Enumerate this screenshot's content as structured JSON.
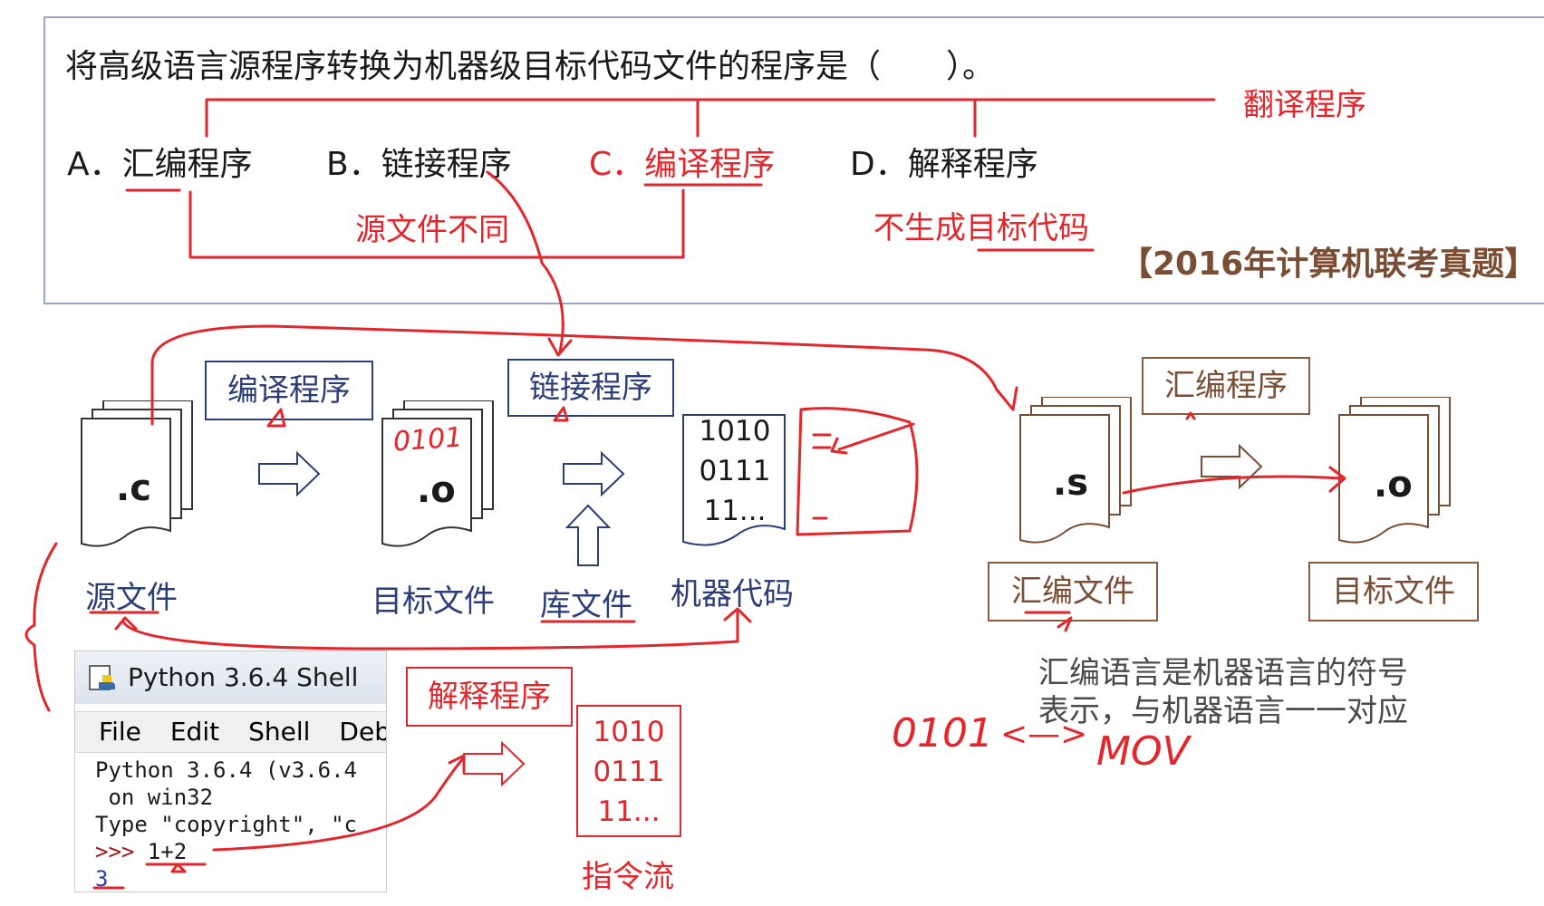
{
  "question": {
    "text": "将高级语言源程序转换为机器级目标代码文件的程序是（　　）。",
    "options": [
      {
        "letter": "A．",
        "label": "汇编程序"
      },
      {
        "letter": "B．",
        "label": "链接程序"
      },
      {
        "letter": "C．",
        "label": "编译程序"
      },
      {
        "letter": "D．",
        "label": "解释程序"
      }
    ],
    "source": "【2016年计算机联考真题】"
  },
  "annotations": {
    "translator": "翻译程序",
    "different_source": "源文件不同",
    "no_target_code": "不生成目标代码",
    "handwritten_0101_o": "0101",
    "handwritten_0101": "0101",
    "handwritten_mov": "MOV",
    "handwritten_arrow": "<—>"
  },
  "flow": {
    "source_ext": ".c",
    "source_label": "源文件",
    "compiler_label": "编译程序",
    "object_ext": ".o",
    "object_label": "目标文件",
    "linker_label": "链接程序",
    "library_label": "库文件",
    "machine_binary": [
      "1010",
      "0111",
      "11..."
    ],
    "machine_label": "机器代码",
    "asm_ext": ".s",
    "asm_label": "汇编文件",
    "assembler_label": "汇编程序",
    "asm_object_ext": ".o",
    "asm_object_label": "目标文件",
    "note_line1": "汇编语言是机器语言的符号",
    "note_line2": "表示，与机器语言一一对应"
  },
  "shell": {
    "title": "Python 3.6.4 Shell",
    "menu": [
      "File",
      "Edit",
      "Shell",
      "Debu"
    ],
    "lines": [
      "Python 3.6.4 (v3.6.4",
      " on win32",
      "Type \"copyright\", \"c"
    ],
    "prompt": ">>> ",
    "input": "1+2",
    "output": "3"
  },
  "interpret": {
    "label": "解释程序",
    "binary": [
      "1010",
      "0111",
      "11..."
    ],
    "stream_label": "指令流"
  }
}
